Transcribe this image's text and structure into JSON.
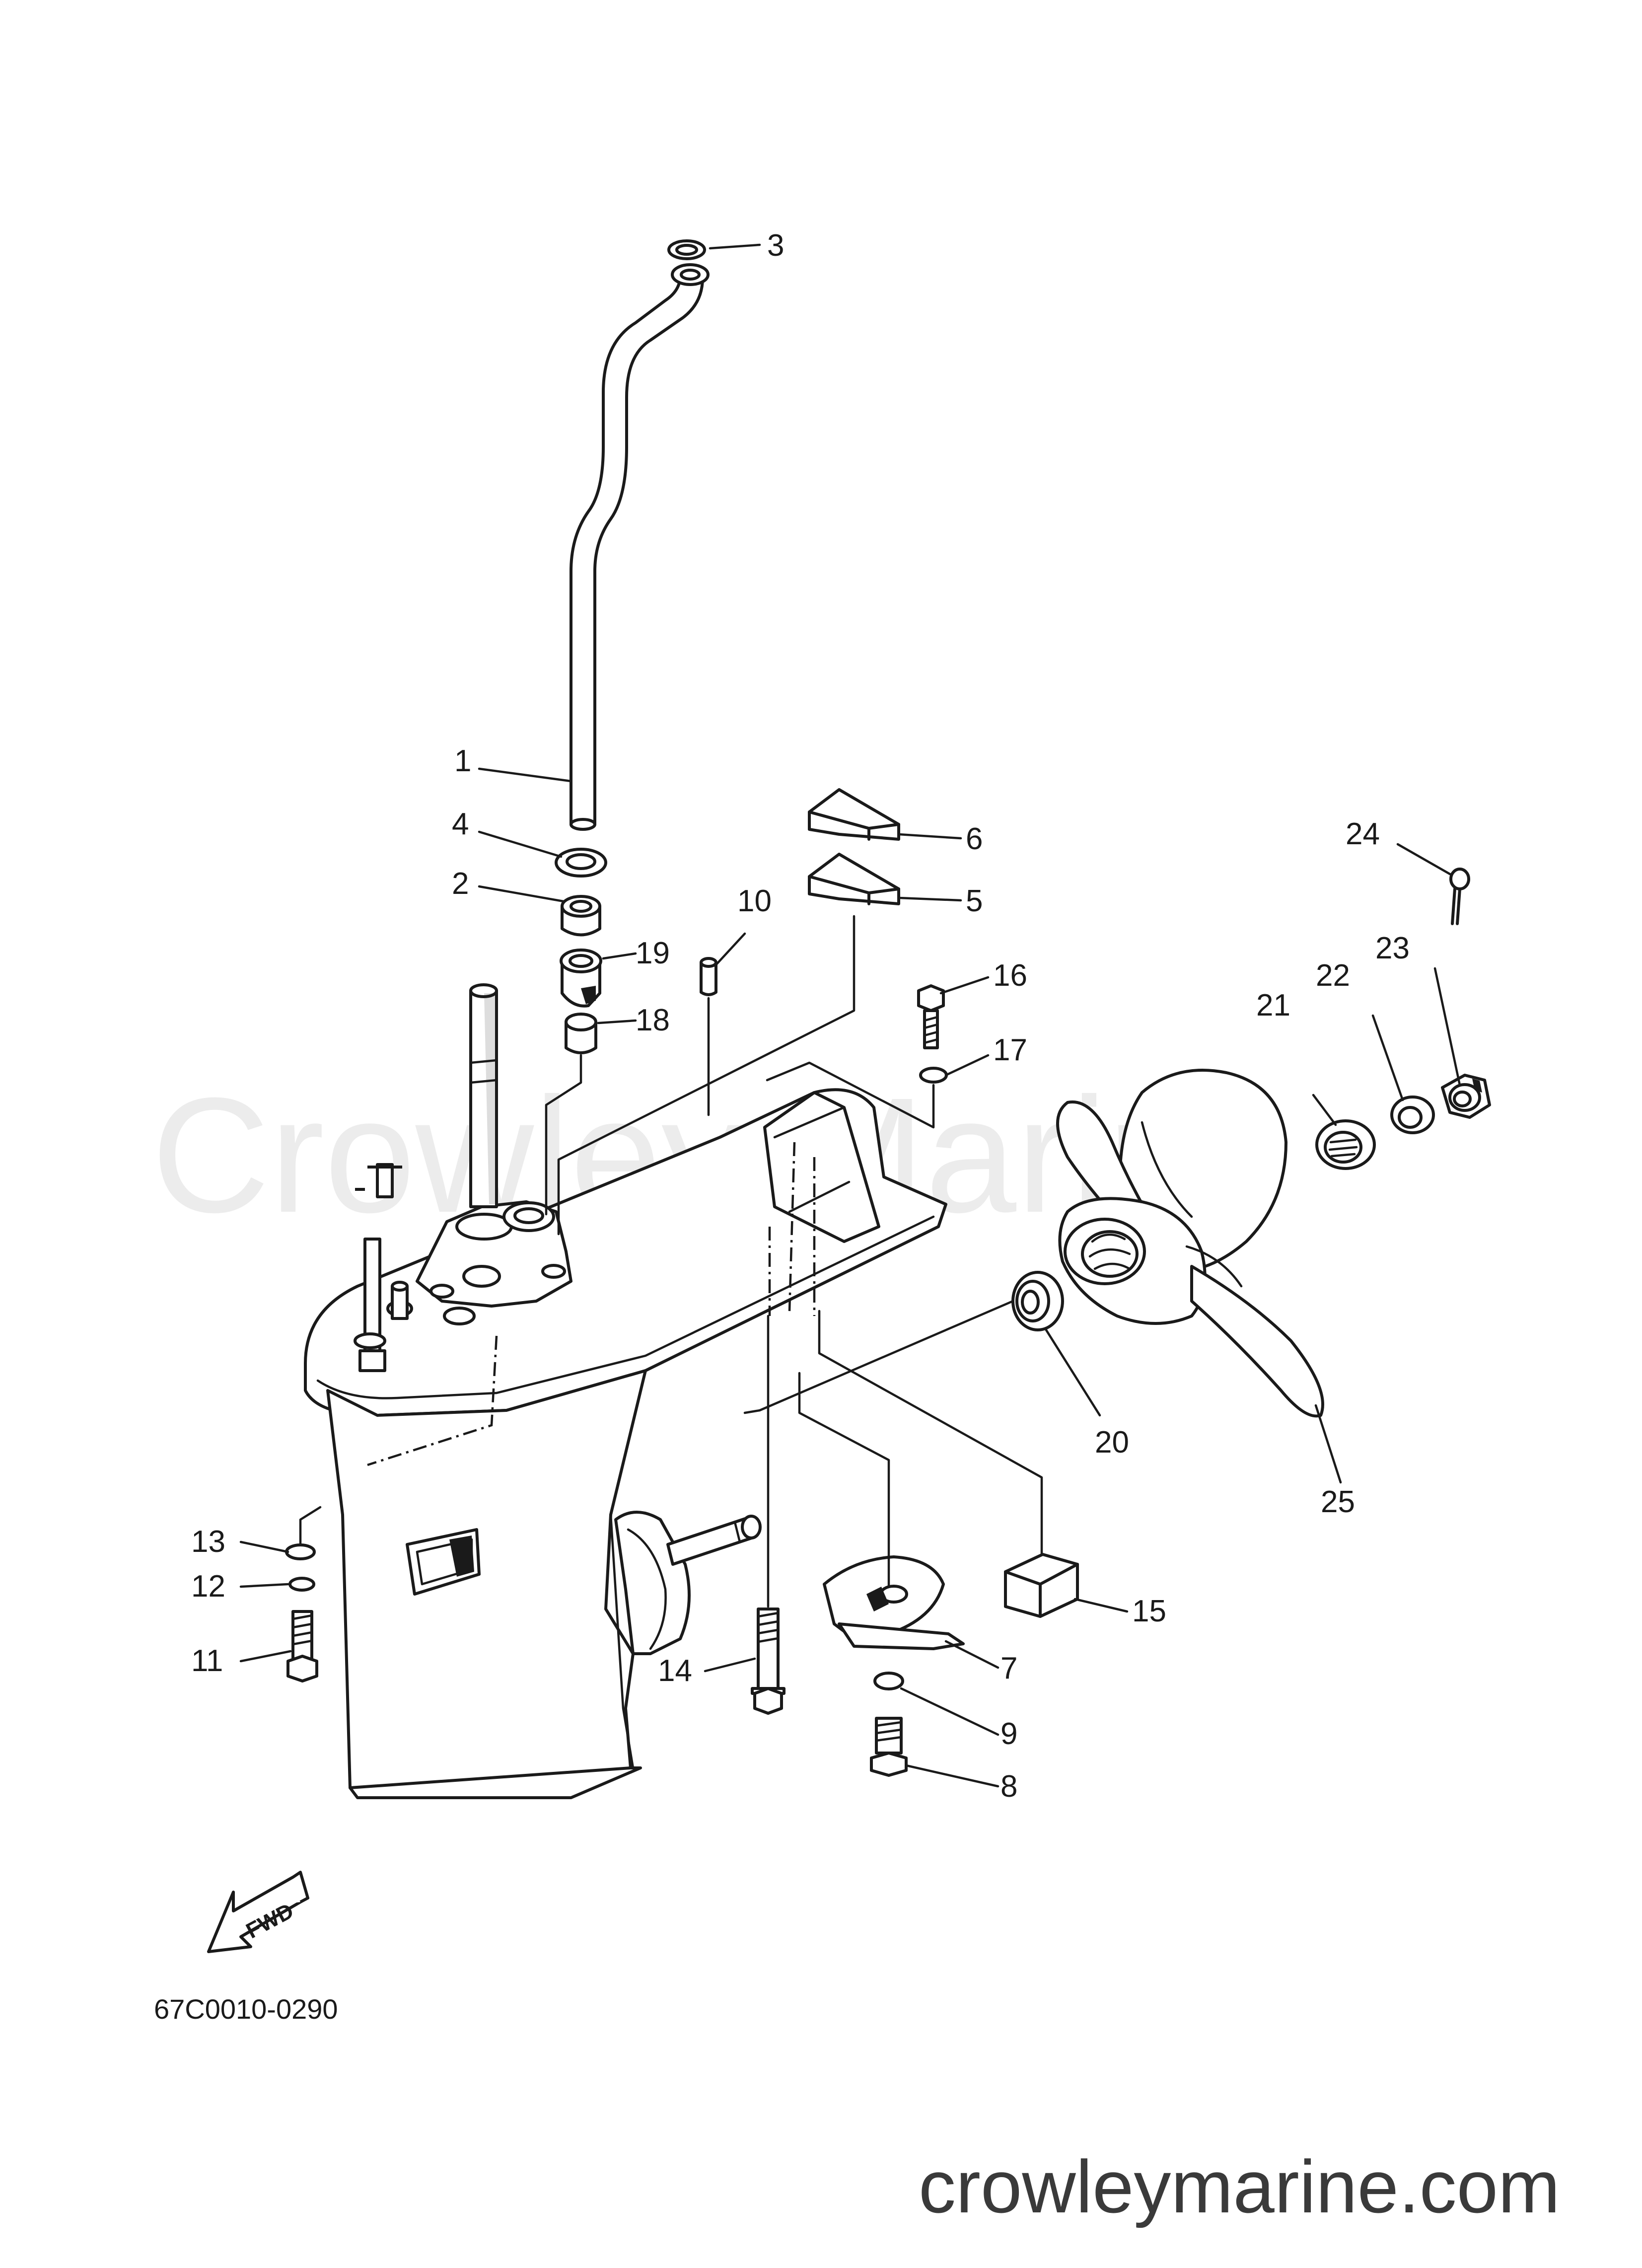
{
  "watermark": "Crowley Marine",
  "website": "crowleymarine.com",
  "drawing_code": "67C0010-0290",
  "fwd_label": "FWD",
  "callouts": {
    "c1": "1",
    "c2": "2",
    "c3": "3",
    "c4": "4",
    "c5": "5",
    "c6": "6",
    "c7": "7",
    "c8": "8",
    "c9": "9",
    "c10": "10",
    "c11": "11",
    "c12": "12",
    "c13": "13",
    "c14": "14",
    "c15": "15",
    "c16": "16",
    "c17": "17",
    "c18": "18",
    "c19": "19",
    "c20": "20",
    "c21": "21",
    "c22": "22",
    "c23": "23",
    "c24": "24",
    "c25": "25"
  }
}
